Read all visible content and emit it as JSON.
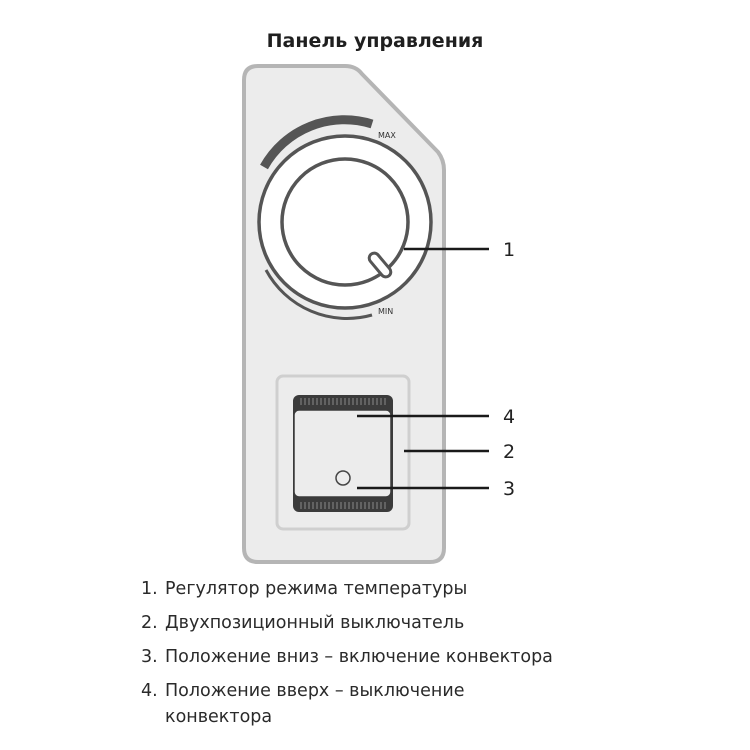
{
  "title": "Панель управления",
  "knob_labels": {
    "max": "MAX",
    "min": "MIN"
  },
  "callouts": [
    "1",
    "4",
    "2",
    "3"
  ],
  "legend": [
    {
      "num": "1.",
      "text": "Регулятор режима температуры"
    },
    {
      "num": "2.",
      "text": "Двухпозиционный выключатель"
    },
    {
      "num": "3.",
      "text": "Положение вниз – включение конвектора"
    },
    {
      "num": "4.",
      "text": "Положение вверх – выключение конвектора"
    }
  ]
}
